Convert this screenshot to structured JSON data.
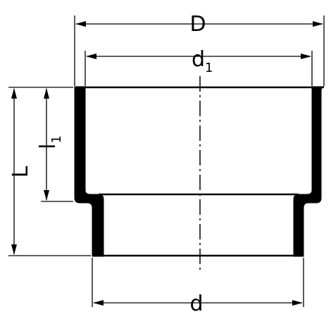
{
  "labels": {
    "outer_diameter": "D",
    "socket_inner_diameter": {
      "base": "d",
      "sub": "1"
    },
    "spigot_diameter": "d",
    "overall_length": "L",
    "socket_depth": {
      "base": "l",
      "sub": "1"
    }
  },
  "colors": {
    "line": "#000000",
    "background": "#ffffff"
  }
}
